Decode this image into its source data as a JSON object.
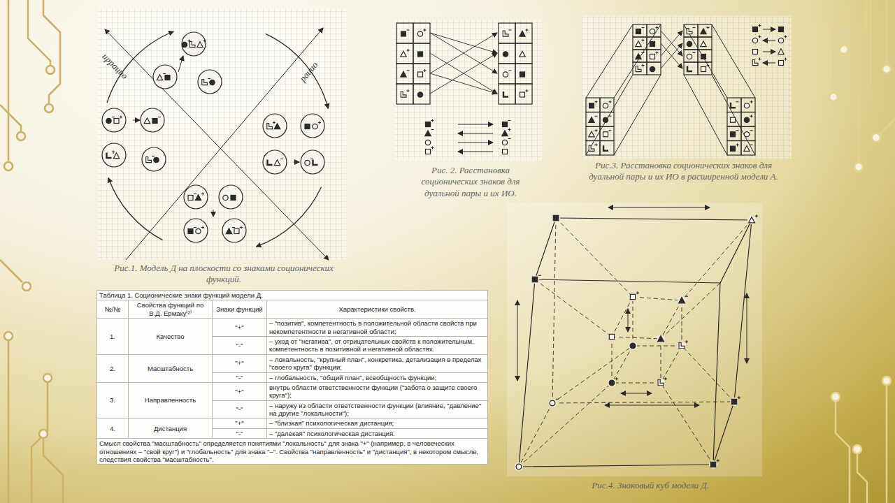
{
  "diagram": {
    "labels": [
      "иррацио",
      "рацио",
      "Рис. 2. Расстановка соционических знаков для дуальной пары и их ИО.",
      "Рис.3. Расстановка соционических знаков для дуальной пары и их ИО в расширенной модели А.",
      "Рис.1. Модель Д на плоскости со знаками соционических функций.",
      "Таблица 1. Соционические знаки функций модели Д.",
      "№/№",
      "Свойства функций по В.Д. Ермаку⁽²⁾",
      "Знаки функций",
      "Характеристики свойств.",
      "1.",
      "Качество",
      "\"+\"",
      "– \"позитив\", компетентность в положительной области свойств при некомпетентности в негативной области;",
      "\"-\"",
      "– уход от \"негатива\", от отрицательных свойств к положительным, компетентность в позитивной и негативной областях.",
      "2.",
      "Масштабность",
      "\"+\"",
      "– локальность, \"крупный план\", конкретика, детализация в пределах \"своего круга\" функции;",
      "\"-\"",
      "– глобальность, \"общий план\", всеобщность функции;",
      "3.",
      "Направленность",
      "\"+\"",
      "внутрь области ответственности функции (\"забота о защите своего круга\");",
      "\"-\"",
      "– наружу из области ответственности функции (влияние, \"давление\" на другие \"локальности\");",
      "4.",
      "Дистанция",
      "\"+\"",
      "– \"близкая\" психологическая дистанция;",
      "\"-\"",
      "– \"далекая\" психологическая дистанция.",
      "Смысл свойства \"масштабность\" определяется понятиями \"локальность\" для знака \"+\" (например, в человеческих отношениях – \"свой круг\") и \"глобальность\" для знака \"–\". Свойства \"направленность\" и \"дистанция\", в некотором смысле, следствия свойства \"масштабность\".",
      "Рис.4. Знаковый куб модели Д."
    ]
  }
}
